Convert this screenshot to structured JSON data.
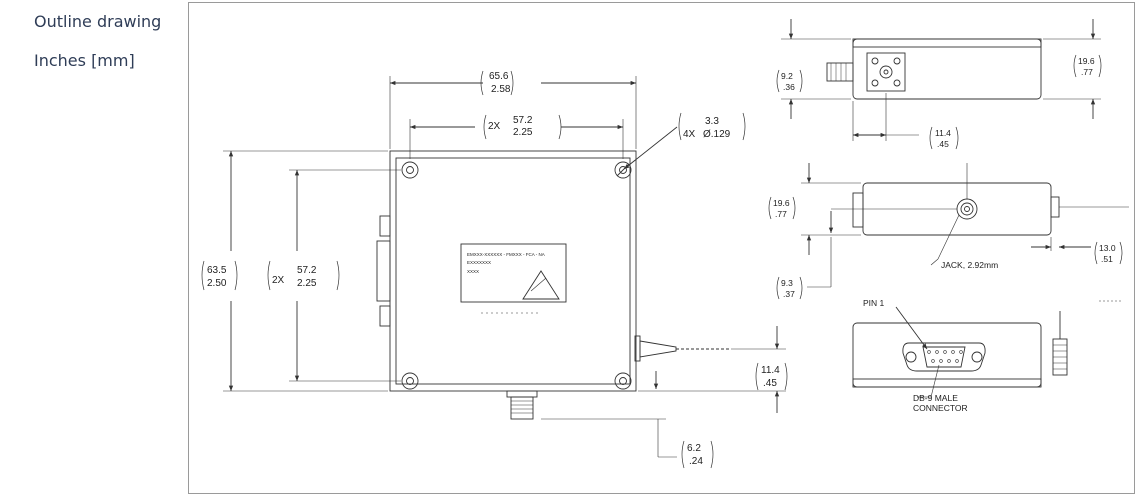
{
  "sidebar": {
    "title": "Outline drawing",
    "units": "Inches [mm]"
  },
  "drawing": {
    "top_view": {
      "overall_width": {
        "mm": "65.6",
        "in": "2.58"
      },
      "hole_spacing_x": {
        "qty": "2X",
        "mm": "57.2",
        "in": "2.25"
      },
      "hole_callout": {
        "qty": "4X",
        "mm": "3.3",
        "diameter": "Ø.129"
      },
      "overall_height": {
        "mm": "63.5",
        "in": "2.50"
      },
      "hole_spacing_y": {
        "qty": "2X",
        "mm": "57.2",
        "in": "2.25"
      },
      "fiber_offset": {
        "mm": "11.4",
        "in": ".45"
      },
      "connector_length": {
        "mm": "6.2",
        "in": ".24"
      },
      "label": {
        "line1": "EMXXX-XXXXXX - FMXXX - FCA - NA",
        "line2": "EXXXXXXX",
        "line3": "XXXX"
      }
    },
    "end_view": {
      "height": {
        "mm": "19.6",
        "in": ".77"
      },
      "connector_height": {
        "mm": "9.2",
        "in": ".36"
      },
      "connector_offset": {
        "mm": "11.4",
        "in": ".45"
      }
    },
    "side_view": {
      "height": {
        "mm": "19.6",
        "in": ".77"
      },
      "jack_height": {
        "mm": "9.3",
        "in": ".37"
      },
      "fiber_boot": {
        "mm": "13.0",
        "in": ".51"
      },
      "jack_label": "JACK, 2.92mm"
    },
    "bottom_view": {
      "pin_label": "PIN 1",
      "connector_label_1": "DB-9 MALE",
      "connector_label_2": "CONNECTOR"
    }
  }
}
